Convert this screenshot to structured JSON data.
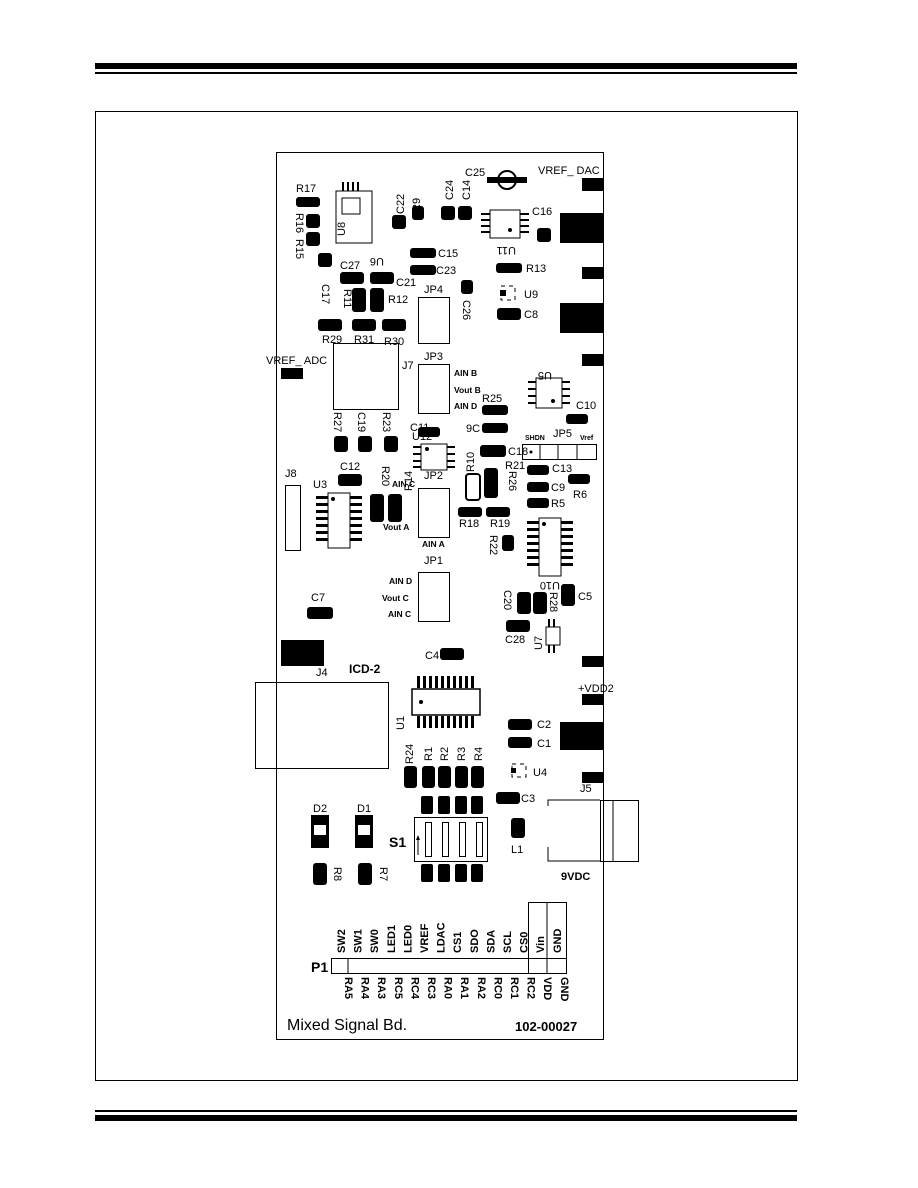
{
  "board": {
    "name": "Mixed Signal Bd.",
    "part_number": "102-00027"
  },
  "connectors": {
    "vref_dac": "VREF_ DAC",
    "vref_adc": "VREF_ ADC",
    "vdd2": "+VDD2",
    "icd2": "ICD-2",
    "power_in": "9VDC",
    "j4": "J4",
    "j5": "J5",
    "j7": "J7",
    "j8": "J8",
    "p1": "P1",
    "s1": "S1"
  },
  "jumpers": {
    "jp1": "JP1",
    "jp2": "JP2",
    "jp3": "JP3",
    "jp4": "JP4",
    "jp5": "JP5",
    "jp1_labels": [
      "AIN D",
      "Vout C",
      "AIN C"
    ],
    "jp2_labels": [
      "AIN C",
      "Vout A",
      "AIN A"
    ],
    "jp3_labels": [
      "AIN B",
      "Vout B",
      "AIN D"
    ],
    "jp5_labels": [
      "SHDN",
      "Vref"
    ]
  },
  "header_labels_top": [
    "SW2",
    "SW1",
    "SW0",
    "LED1",
    "LED0",
    "VREF",
    "LDAC",
    "CS1",
    "SDO",
    "SDA",
    "SCL",
    "CS0",
    "Vin",
    "GND"
  ],
  "header_labels_bottom": [
    "RA5",
    "RA4",
    "RA3",
    "RC5",
    "RC4",
    "RC3",
    "RA0",
    "RA1",
    "RA2",
    "RC0",
    "RC1",
    "RC2",
    "VDD",
    "GND"
  ],
  "designators": {
    "r17": "R17",
    "r16": "R16",
    "r15": "R15",
    "r11": "R11",
    "r12": "R12",
    "r9": "R9",
    "r13": "R13",
    "r29": "R29",
    "r31": "R31",
    "r30": "R30",
    "r27": "R27",
    "r23": "R23",
    "r25": "R25",
    "r10": "R10",
    "r21": "R21",
    "r26": "R26",
    "r20": "R20",
    "r14": "R14",
    "r18": "R18",
    "r19": "R19",
    "r22": "R22",
    "r5": "R5",
    "r6": "R6",
    "r28": "R28",
    "r24": "R24",
    "r1": "R1",
    "r2": "R2",
    "r3": "R3",
    "r4": "R4",
    "r8": "R8",
    "r7": "R7",
    "c25": "C25",
    "c24": "C24",
    "c14": "C14",
    "c22": "C22",
    "c16": "C16",
    "c15": "C15",
    "c23": "C23",
    "c27": "C27",
    "c21": "C21",
    "c26": "C26",
    "c17": "C17",
    "c8": "C8",
    "c19": "C19",
    "c11": "C11",
    "c10": "C10",
    "c18": "C18",
    "c13": "C13",
    "c9": "C9",
    "c12": "C12",
    "c7": "C7",
    "c20": "C20",
    "c5": "C5",
    "c28": "C28",
    "c4": "C4",
    "c2": "C2",
    "c1": "C1",
    "c3": "C3",
    "c6": "9C",
    "u8": "U8",
    "u6": "U6",
    "u11": "U11",
    "u9": "U9",
    "u5": "U5",
    "u12": "U12",
    "u3": "U3",
    "u10": "U10",
    "u7": "U7",
    "u1": "U1",
    "u4": "U4",
    "l1": "L1",
    "d1": "D1",
    "d2": "D2"
  }
}
